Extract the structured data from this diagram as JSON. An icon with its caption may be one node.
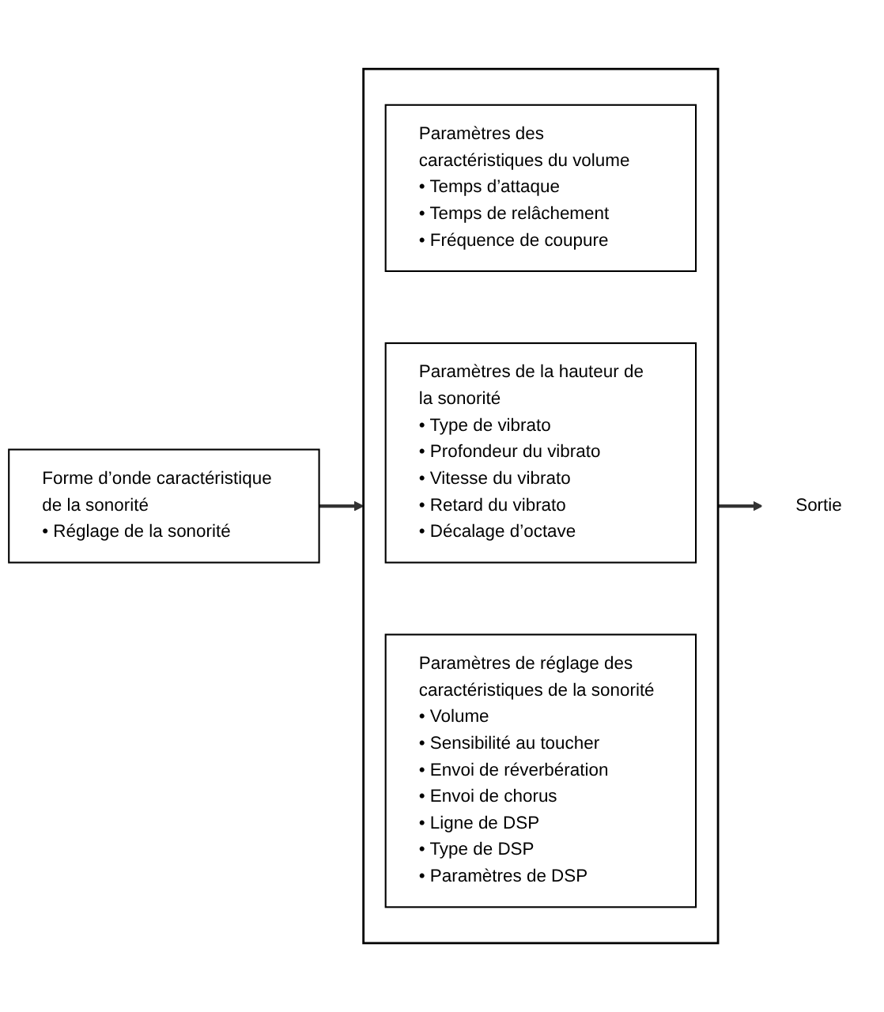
{
  "diagram": {
    "nodes": [
      {
        "text": [
          "Forme d’onde caractéristique de la sonorité",
          "• Réglage de la sonorité"
        ]
      },
      {
        "text": [],
        "shape": "box"
      },
      {
        "text": [
          "Paramètres des caractéristiques du volume",
          "• Temps d’attaque",
          "• Temps de relâchement",
          "• Fréquence de coupure"
        ],
        "in": 1
      },
      {
        "text": [
          "Paramètres de la hauteur de la sonorité",
          "• Type de vibrato",
          "• Profondeur du vibrato",
          "• Vitesse du vibrato",
          "• Retard du vibrato",
          "• Décalage d’octave"
        ],
        "in": 1
      },
      {
        "text": [
          "Paramètres de réglage des caractéristiques de la sonorité",
          "• Volume",
          "• Sensibilité au toucher",
          "• Envoi de réverbération",
          "• Envoi de chorus",
          "• Ligne de DSP",
          "• Type de DSP",
          "• Paramètres de DSP"
        ],
        "in": 1
      },
      {
        "text": [
          "Sortie"
        ]
      }
    ],
    "edges": [
      {
        "from": 0,
        "to": 1,
        "arrow": "to"
      },
      {
        "from": 1,
        "to": 5,
        "arrow": "to"
      }
    ]
  }
}
